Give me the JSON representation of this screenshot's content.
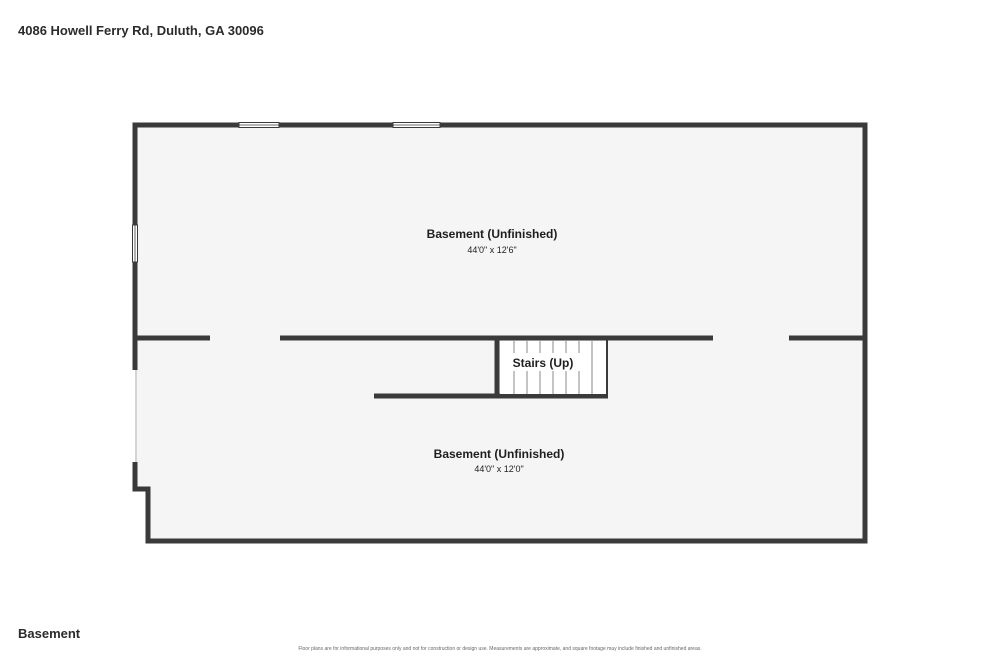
{
  "header": {
    "address": "4086 Howell Ferry Rd, Duluth, GA 30096"
  },
  "floor": {
    "name": "Basement"
  },
  "rooms": [
    {
      "name": "Basement (Unfinished)",
      "dimensions": "44'0\" x 12'6\""
    },
    {
      "name": "Stairs (Up)"
    },
    {
      "name": "Basement (Unfinished)",
      "dimensions": "44'0\" x 12'0\""
    }
  ],
  "footer": {
    "disclaimer": "Floor plans are for informational purposes only and not for construction or design use. Measurements are approximate, and square footage may include finished and unfinished areas."
  },
  "colors": {
    "wall": "#3a3a3a",
    "floor_fill": "#f5f5f5",
    "background": "#ffffff"
  }
}
